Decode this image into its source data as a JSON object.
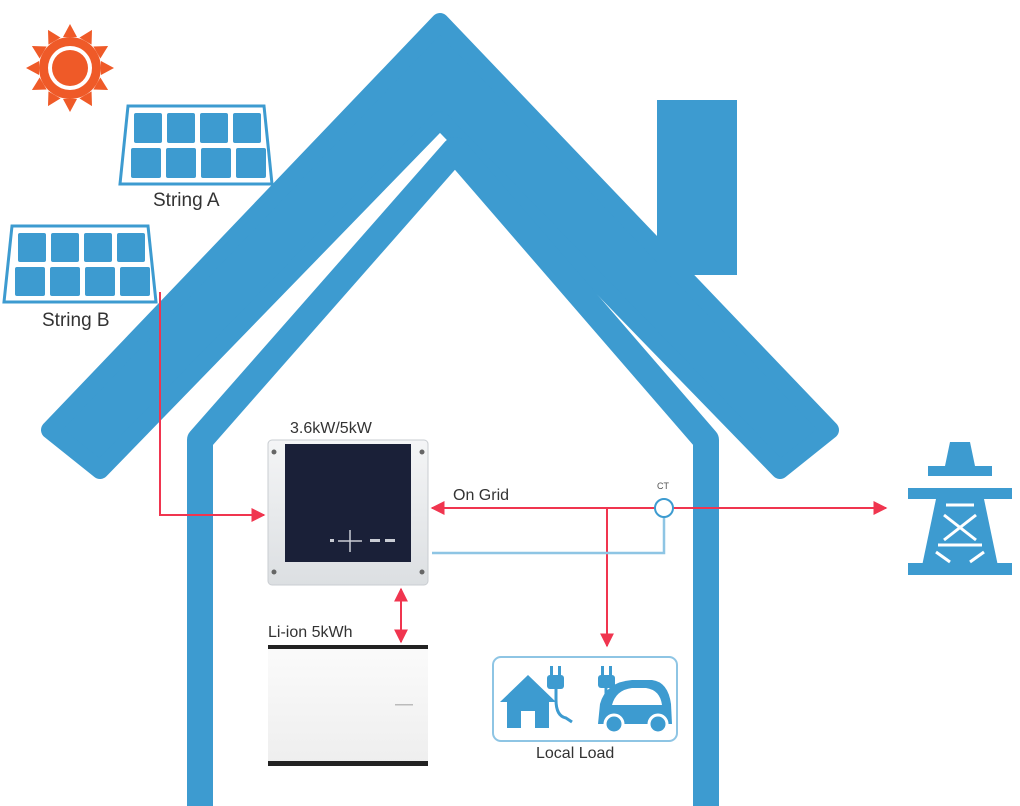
{
  "labels": {
    "string_a": "String A",
    "string_b": "String B",
    "inverter": "3.6kW/5kW",
    "battery": "Li-ion 5kWh",
    "on_grid": "On Grid",
    "ct": "CT",
    "local_load": "Local Load"
  },
  "icons": {
    "sun": "sun-icon",
    "solar_panel": "solar-panel-icon",
    "home_plug": "house-plug-icon",
    "ev": "electric-car-icon",
    "pylon": "power-pylon-icon"
  },
  "colors": {
    "house_blue": "#3d9bd0",
    "flow_red": "#f0354f",
    "sun_orange": "#ef5a28",
    "inverter_screen": "#1a2038"
  }
}
